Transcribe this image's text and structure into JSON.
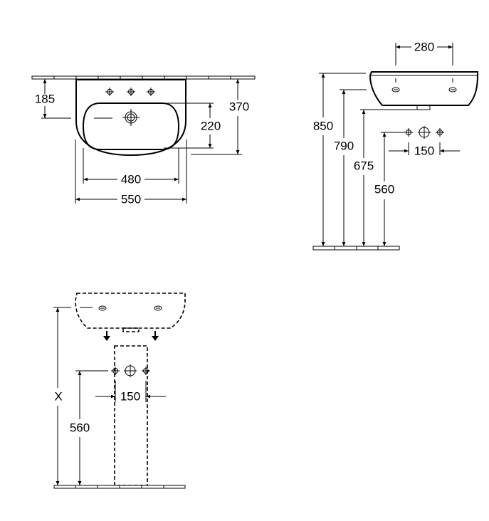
{
  "front_view": {
    "dims": {
      "tap_hole_to_centre": "185",
      "overall_depth": "370",
      "bowl_depth": "220",
      "bowl_width": "480",
      "overall_width": "550"
    }
  },
  "side_view": {
    "dims": {
      "fixing_centres": "280",
      "rim_height": "850",
      "fixing_height": "790",
      "waste_height": "675",
      "supply_height": "560",
      "supply_centres": "150"
    }
  },
  "pedestal_view": {
    "dims": {
      "variable_height": "X",
      "supply_height": "560",
      "supply_centres": "150"
    }
  }
}
